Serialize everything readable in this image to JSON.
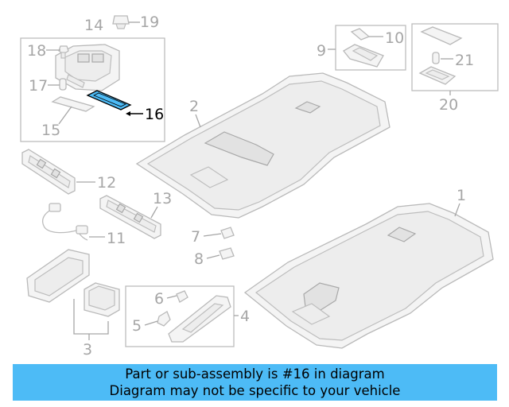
{
  "banner": {
    "line1": "Part or sub-assembly is #16 in diagram",
    "line2": "Diagram may not be specific to your vehicle",
    "color": "#4dbbf6"
  },
  "highlight": {
    "part": "16",
    "color": "#4dbbf6"
  },
  "callouts": [
    "1",
    "2",
    "3",
    "4",
    "5",
    "6",
    "7",
    "8",
    "9",
    "10",
    "11",
    "12",
    "13",
    "14",
    "15",
    "16",
    "17",
    "18",
    "19",
    "20",
    "21"
  ]
}
